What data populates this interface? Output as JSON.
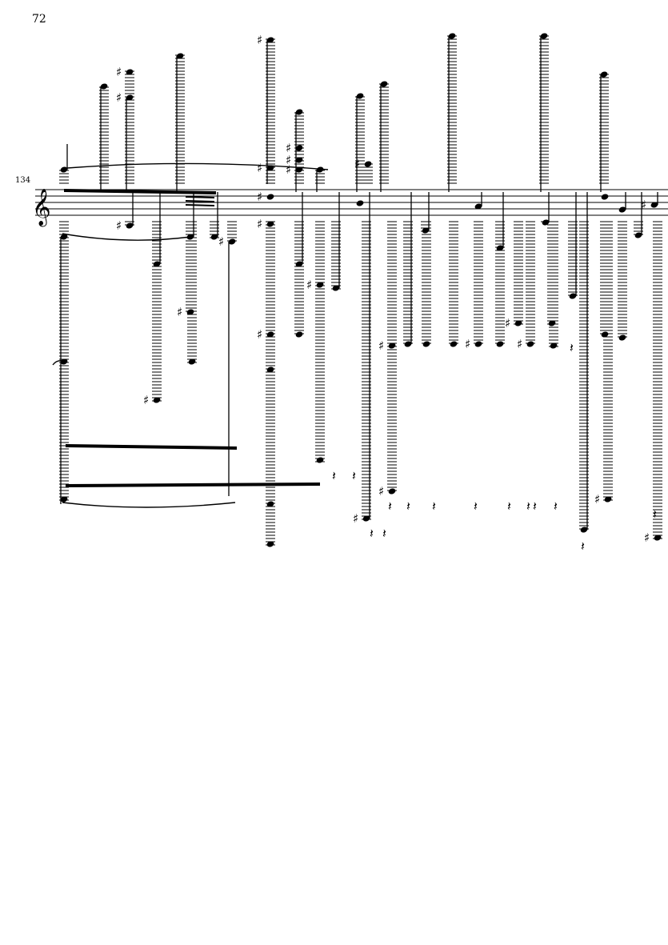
{
  "page": {
    "number": "72",
    "measure_number": "134"
  },
  "staff": {
    "clef": "treble"
  }
}
